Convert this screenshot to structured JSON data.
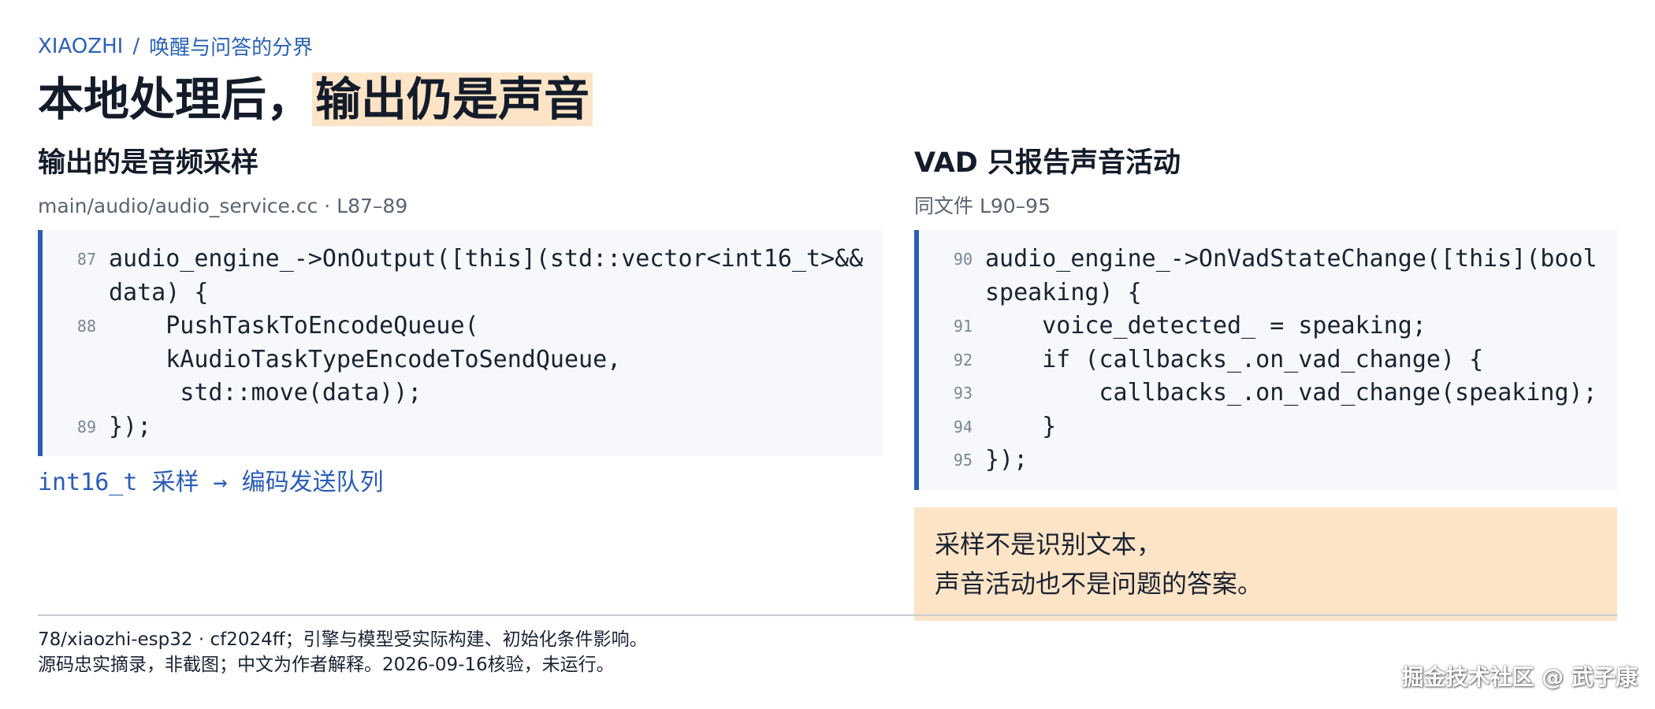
{
  "breadcrumb": {
    "project": "XIAOZHI",
    "separator": "/",
    "section": "唤醒与问答的分界"
  },
  "title": {
    "lead": "本地处理后，",
    "highlight": "输出仍是声音"
  },
  "left": {
    "heading": "输出的是音频采样",
    "source": "main/audio/audio_service.cc · L87–89",
    "code": [
      {
        "ln": "87",
        "text": "audio_engine_->OnOutput([this](std::vector<int16_t>&& data) {"
      },
      {
        "ln": "88",
        "text": "    PushTaskToEncodeQueue(\n    kAudioTaskTypeEncodeToSendQueue,\n     std::move(data));"
      },
      {
        "ln": "89",
        "text": "});"
      }
    ],
    "caption": "int16_t 采样 → 编码发送队列"
  },
  "right": {
    "heading": "VAD 只报告声音活动",
    "source": "同文件 L90–95",
    "code": [
      {
        "ln": "90",
        "text": "audio_engine_->OnVadStateChange([this](bool speaking) {"
      },
      {
        "ln": "91",
        "text": "    voice_detected_ = speaking;"
      },
      {
        "ln": "92",
        "text": "    if (callbacks_.on_vad_change) {"
      },
      {
        "ln": "93",
        "text": "        callbacks_.on_vad_change(speaking);"
      },
      {
        "ln": "94",
        "text": "    }"
      },
      {
        "ln": "95",
        "text": "});"
      }
    ],
    "note": {
      "line1": "采样不是识别文本，",
      "line2": "声音活动也不是问题的答案。"
    }
  },
  "footer": {
    "line1": "78/xiaozhi-esp32 · cf2024ff；引擎与模型受实际构建、初始化条件影响。",
    "line2": "源码忠实摘录，非截图；中文为作者解释。2026-09-16核验，未运行。"
  },
  "watermark": "掘金技术社区 @ 武子康",
  "colors": {
    "accent": "#2a5db8",
    "highlight": "#fde4c6",
    "code_bg": "#f7f8fb"
  }
}
